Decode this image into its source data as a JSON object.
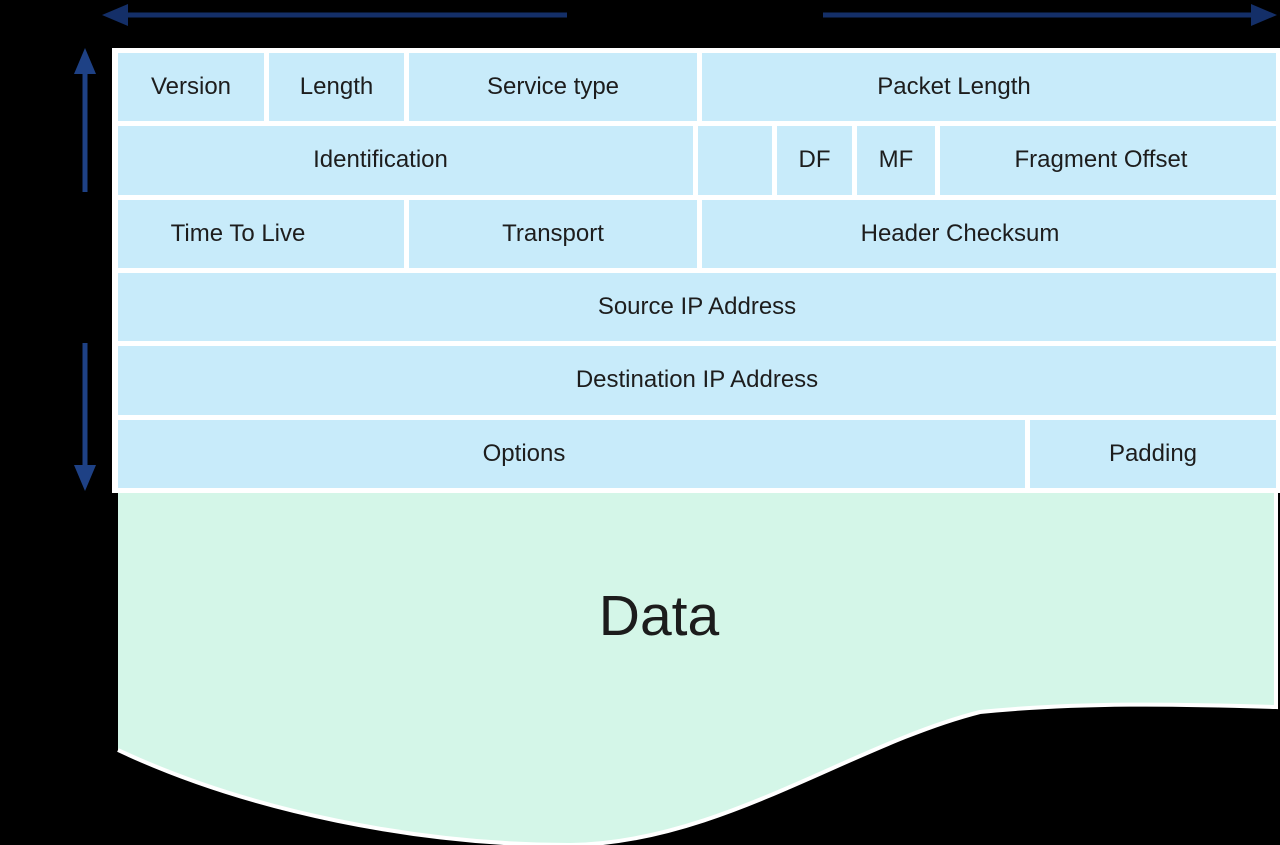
{
  "diagram": {
    "kind": "IPv4 packet header structure",
    "header": {
      "rows": [
        {
          "cells": [
            {
              "label": "Version"
            },
            {
              "label": "Length"
            },
            {
              "label": "Service type"
            },
            {
              "label": "Packet Length"
            }
          ]
        },
        {
          "cells": [
            {
              "label": "Identification"
            },
            {
              "label": ""
            },
            {
              "label": "DF"
            },
            {
              "label": "MF"
            },
            {
              "label": "Fragment Offset"
            }
          ]
        },
        {
          "cells": [
            {
              "label": "Time To Live"
            },
            {
              "label": "Transport"
            },
            {
              "label": "Header Checksum"
            }
          ]
        },
        {
          "cells": [
            {
              "label": "Source IP Address"
            }
          ]
        },
        {
          "cells": [
            {
              "label": "Destination IP Address"
            }
          ]
        },
        {
          "cells": [
            {
              "label": "Options"
            },
            {
              "label": "Padding"
            }
          ]
        }
      ]
    },
    "data_section": {
      "label": "Data"
    },
    "arrows": {
      "top_left": "points-left",
      "top_right": "points-right",
      "side_upper": "points-up",
      "side_lower": "points-down"
    },
    "colors": {
      "field_fill": "#c8ebfa",
      "data_fill": "#d4f6e8",
      "arrow_horizontal": "#142f68",
      "arrow_vertical": "#1e4185",
      "border": "#ffffff",
      "background": "#000000",
      "text": "#1d1d1d"
    }
  }
}
